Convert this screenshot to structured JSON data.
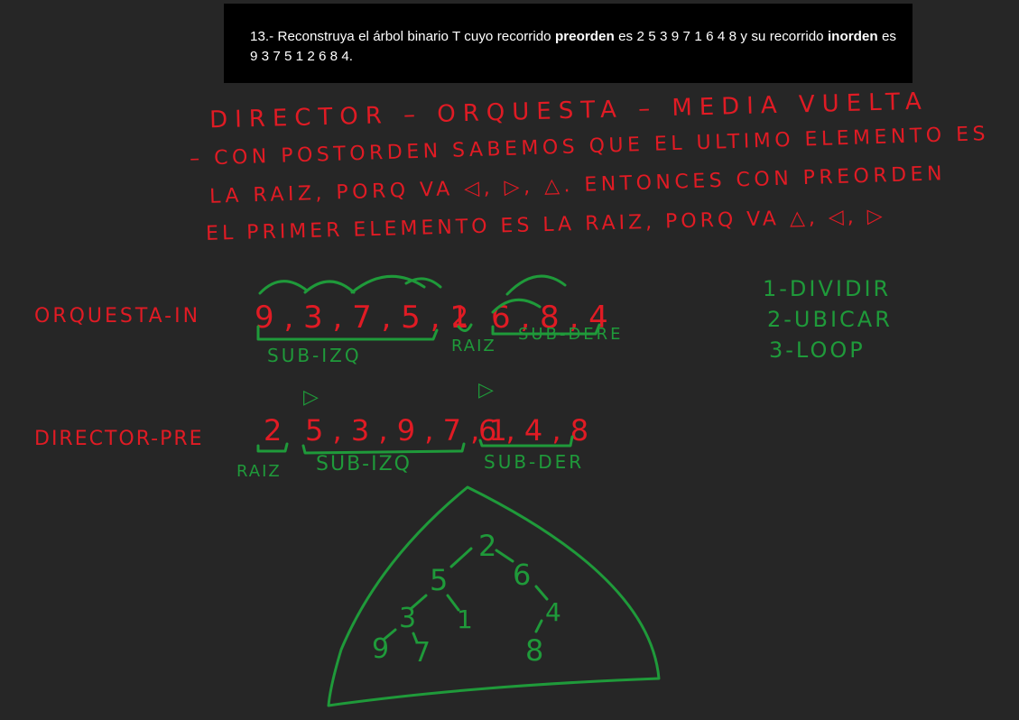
{
  "problem": {
    "prefix": "13.- Reconstruya el árbol binario T cuyo recorrido ",
    "preorden_label": "preorden",
    "preorden_text": " es 2 5 3 9 7 1 6 4 8  y su recorrido ",
    "inorden_label": "inorden",
    "inorden_text": " es 9 3 7 5 1 2 6 8 4."
  },
  "notes": {
    "title": "DIRECTOR – ORQUESTA – MEDIA VUELTA",
    "line1": "– CON  POSTORDEN  SABEMOS  QUE  EL ULTIMO ELEMENTO ES",
    "line2": "LA RAIZ, PORQ VA ◁, ▷, △.  ENTONCES CON  PREORDEN",
    "line3": "EL PRIMER ELEMENTO ES LA RAIZ, PORQ VA △, ◁, ▷"
  },
  "inorder": {
    "label": "ORQUESTA-IN",
    "left": "9 , 3 , 7 , 5 , 1",
    "root": "2",
    "right": "6 , 8 , 4",
    "left_caption": "SUB-IZQ",
    "root_caption": "RAIZ",
    "right_caption": "SUB-DERE"
  },
  "preorder": {
    "label": "DIRECTOR-PRE",
    "root": "2",
    "left": "5 , 3 , 9 , 7 , 1",
    "right": "6 , 4 , 8",
    "root_caption": "RAIZ",
    "left_caption": "SUB-IZQ",
    "right_caption": "SUB-DER",
    "arrow": "▷"
  },
  "steps": [
    "1-DIVIDIR",
    "2-UBICAR",
    "3-LOOP"
  ],
  "tree": {
    "n2": "2",
    "n5": "5",
    "n6": "6",
    "n3": "3",
    "n1": "1",
    "n4": "4",
    "n9": "9",
    "n7": "7",
    "n8": "8"
  },
  "colors": {
    "background": "#262626",
    "red": "#e01b24",
    "green": "#1f9a3a",
    "box": "#000000"
  }
}
